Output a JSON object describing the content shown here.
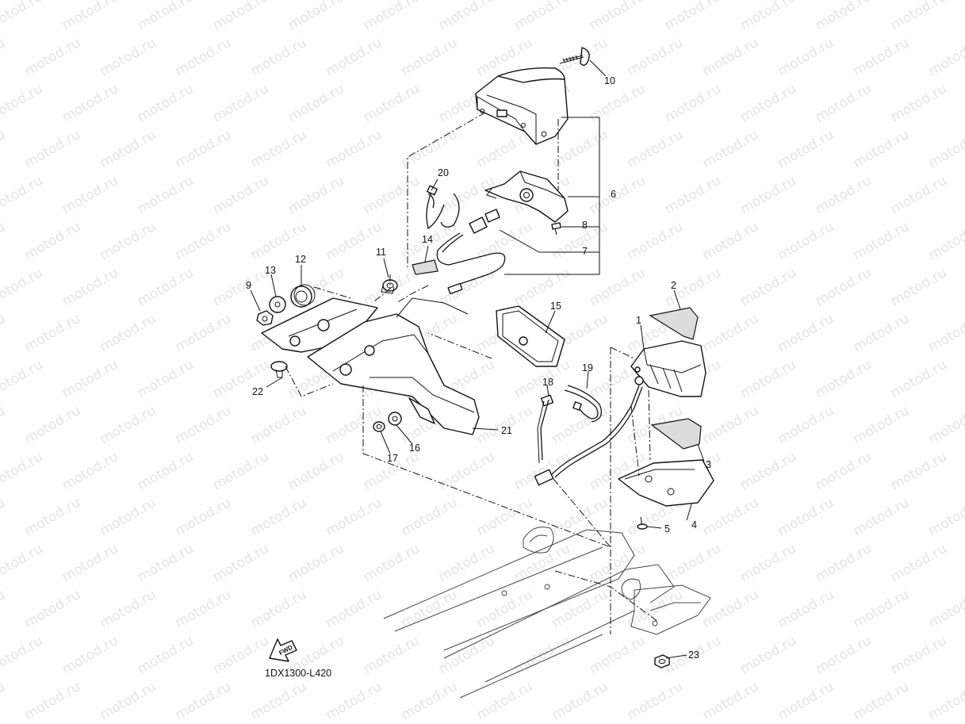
{
  "diagram_code": "1DX1300-L420",
  "fwd_label": "FWD",
  "watermark": "motod.ru",
  "callouts": [
    {
      "id": "c1",
      "text": "1"
    },
    {
      "id": "c2",
      "text": "2"
    },
    {
      "id": "c3",
      "text": "3"
    },
    {
      "id": "c4",
      "text": "4"
    },
    {
      "id": "c5",
      "text": "5"
    },
    {
      "id": "c6",
      "text": "6"
    },
    {
      "id": "c7",
      "text": "7"
    },
    {
      "id": "c8",
      "text": "8"
    },
    {
      "id": "c9",
      "text": "9"
    },
    {
      "id": "c10",
      "text": "10"
    },
    {
      "id": "c11",
      "text": "11"
    },
    {
      "id": "c12",
      "text": "12"
    },
    {
      "id": "c13",
      "text": "13"
    },
    {
      "id": "c14",
      "text": "14"
    },
    {
      "id": "c15",
      "text": "15"
    },
    {
      "id": "c16",
      "text": "16"
    },
    {
      "id": "c17",
      "text": "17"
    },
    {
      "id": "c18",
      "text": "18"
    },
    {
      "id": "c19",
      "text": "19"
    },
    {
      "id": "c20",
      "text": "20"
    },
    {
      "id": "c21",
      "text": "21"
    },
    {
      "id": "c22",
      "text": "22"
    },
    {
      "id": "c23",
      "text": "23"
    }
  ]
}
